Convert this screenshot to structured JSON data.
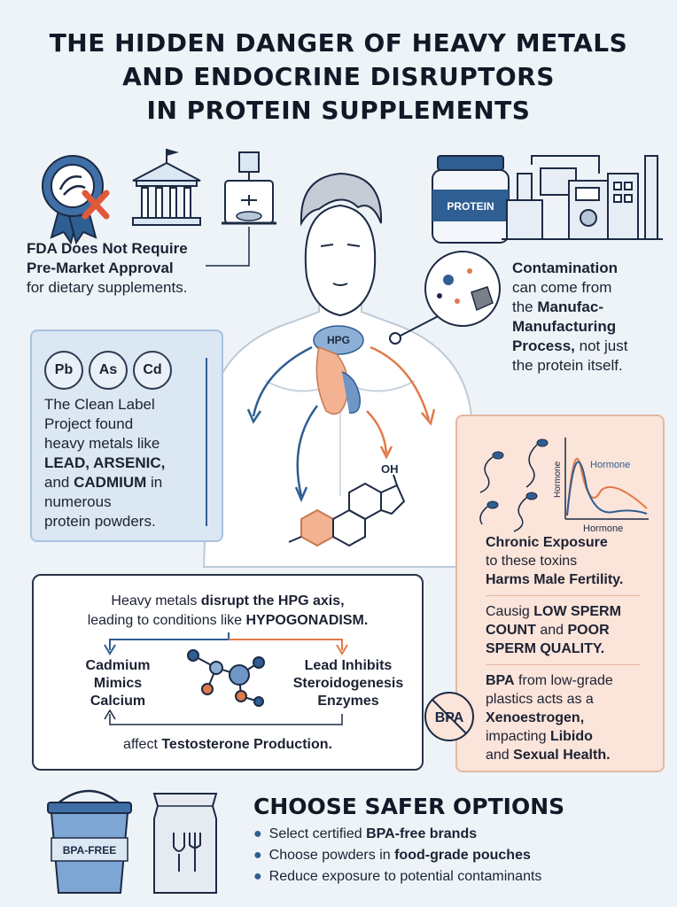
{
  "title": {
    "line1": "THE HIDDEN DANGER OF HEAVY METALS",
    "line2": "AND ENDOCRINE DISRUPTORS",
    "line3": "IN PROTEIN SUPPLEMENTS"
  },
  "fda": {
    "bold_line1": "FDA Does Not Require",
    "bold_line2": "Pre-Market Approval",
    "text": "for dietary supplements.",
    "icons": [
      "approval-ribbon-icon",
      "government-building-icon",
      "mixing-machine-icon"
    ]
  },
  "factory": {
    "jar_label": "PROTEIN",
    "icons": [
      "protein-jar-icon",
      "factory-machinery-icon"
    ]
  },
  "contamination": {
    "bold1": "Contamination",
    "text1": "can come from",
    "text2": "the",
    "bold2": "Manufac-",
    "bold3": "Manufacturing",
    "bold4": "Process,",
    "text3": "not just",
    "text4": "the protein itself."
  },
  "body": {
    "hpg_label": "HPG",
    "oh_label": "OH"
  },
  "heavy_metals_panel": {
    "symbols": [
      "Pb",
      "As",
      "Cd"
    ],
    "line1": "The Clean Label",
    "line2": "Project found",
    "line3": "heavy metals like",
    "bold1": "LEAD, ARSENIC,",
    "line4_pre": "and",
    "bold2": "CADMIUM",
    "line4_post": "in",
    "line5": "numerous",
    "line6": "protein powders."
  },
  "fertility_panel": {
    "graph_series_label": "Hormone",
    "graph_y_label": "Hormone",
    "graph_x_label": "Hormone",
    "bold1": "Chronic Exposure",
    "text1": "to these toxins",
    "bold2": "Harms Male Fertility.",
    "text2": "Causig",
    "bold3": "LOW SPERM",
    "bold4": "COUNT",
    "text3": "and",
    "bold5": "POOR",
    "bold6": "SPERM QUALITY.",
    "bold7": "BPA",
    "text4": "from low-grade",
    "text5": "plastics acts as a",
    "bold8": "Xenoestrogen,",
    "text6": "impacting",
    "bold9": "Libido",
    "text7": "and",
    "bold10": "Sexual Health.",
    "bpa_icon_label": "BPA"
  },
  "hpg_panel": {
    "text1": "Heavy metals",
    "bold1": "disrupt the HPG axis,",
    "text2": "leading to conditions like",
    "bold2": "HYPOGONADISM.",
    "left_line1": "Cadmium",
    "left_line2": "Mimics",
    "left_line3": "Calcium",
    "right_line1": "Lead Inhibits",
    "right_line2": "Steroidogenesis",
    "right_line3": "Enzymes",
    "bottom_text": "affect",
    "bottom_bold": "Testosterone Production."
  },
  "safer": {
    "title": "CHOOSE SAFER OPTIONS",
    "item1_pre": "Select certified",
    "item1_bold": "BPA-free brands",
    "item2_pre": "Choose powders in",
    "item2_bold": "food-grade pouches",
    "item3": "Reduce exposure to potential contaminants",
    "bucket_label": "BPA-FREE",
    "icons": [
      "bpa-free-bucket-icon",
      "food-grade-pouch-icon"
    ]
  },
  "colors": {
    "background": "#eef3f8",
    "accent_blue": "#2f5e92",
    "accent_orange": "#e07a4a",
    "panel_blue": "#dbe7f3",
    "panel_peach": "#fbe4d9"
  }
}
